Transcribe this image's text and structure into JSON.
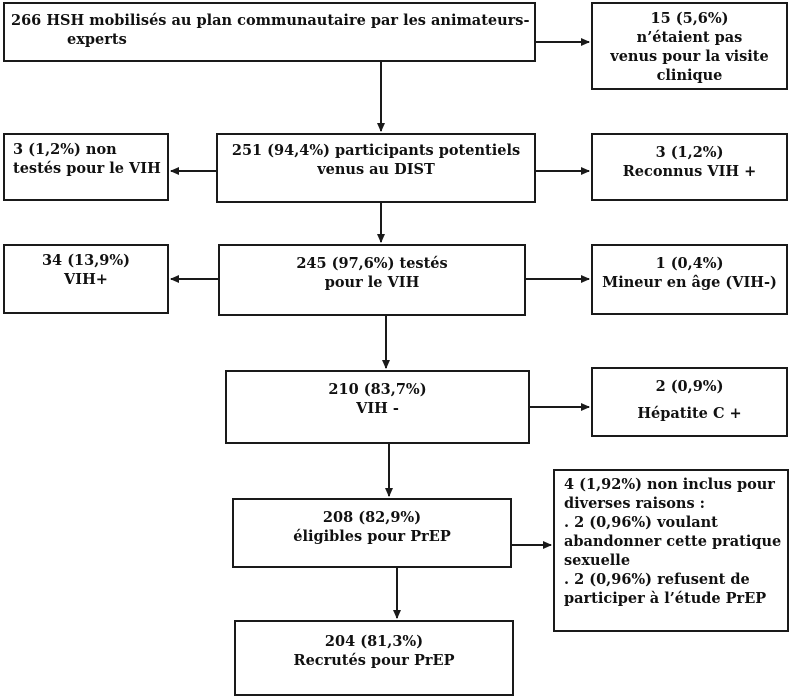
{
  "boxes": {
    "mobilised": [
      "266 HSH mobilisés au plan communautaire par les animateurs-",
      "experts"
    ],
    "no_visit": [
      "15 (5,6%)",
      "n’étaient pas",
      "venus pour la visite",
      "clinique"
    ],
    "potential": [
      "251 (94,4%) participants potentiels",
      "venus au DIST"
    ],
    "not_tested": [
      "3 (1,2%) non",
      "testés pour le VIH"
    ],
    "known_hiv": [
      "3 (1,2%)",
      "Reconnus VIH +"
    ],
    "tested": [
      "245 (97,6%) testés",
      "pour le VIH"
    ],
    "hiv_pos": [
      "34 (13,9%)",
      "VIH+"
    ],
    "minor": [
      "1 (0,4%)",
      "Mineur en âge (VIH-)"
    ],
    "hiv_neg": [
      "210 (83,7%)",
      "VIH -"
    ],
    "hep_c": [
      "2 (0,9%)",
      "Hépatite C +"
    ],
    "eligible": [
      "208 (82,9%)",
      "éligibles pour PrEP"
    ],
    "not_included": [
      "4 (1,92%) non inclus pour",
      "diverses raisons :",
      ". 2 (0,96%) voulant",
      "abandonner cette pratique",
      "sexuelle",
      ". 2 (0,96%) refusent de",
      "participer à l’étude PrEP"
    ],
    "recruited": [
      "204 (81,3%)",
      "Recrutés pour PrEP"
    ]
  },
  "colors": {
    "line": "#1a1a1a",
    "text": "#111111",
    "background": "#ffffff"
  }
}
